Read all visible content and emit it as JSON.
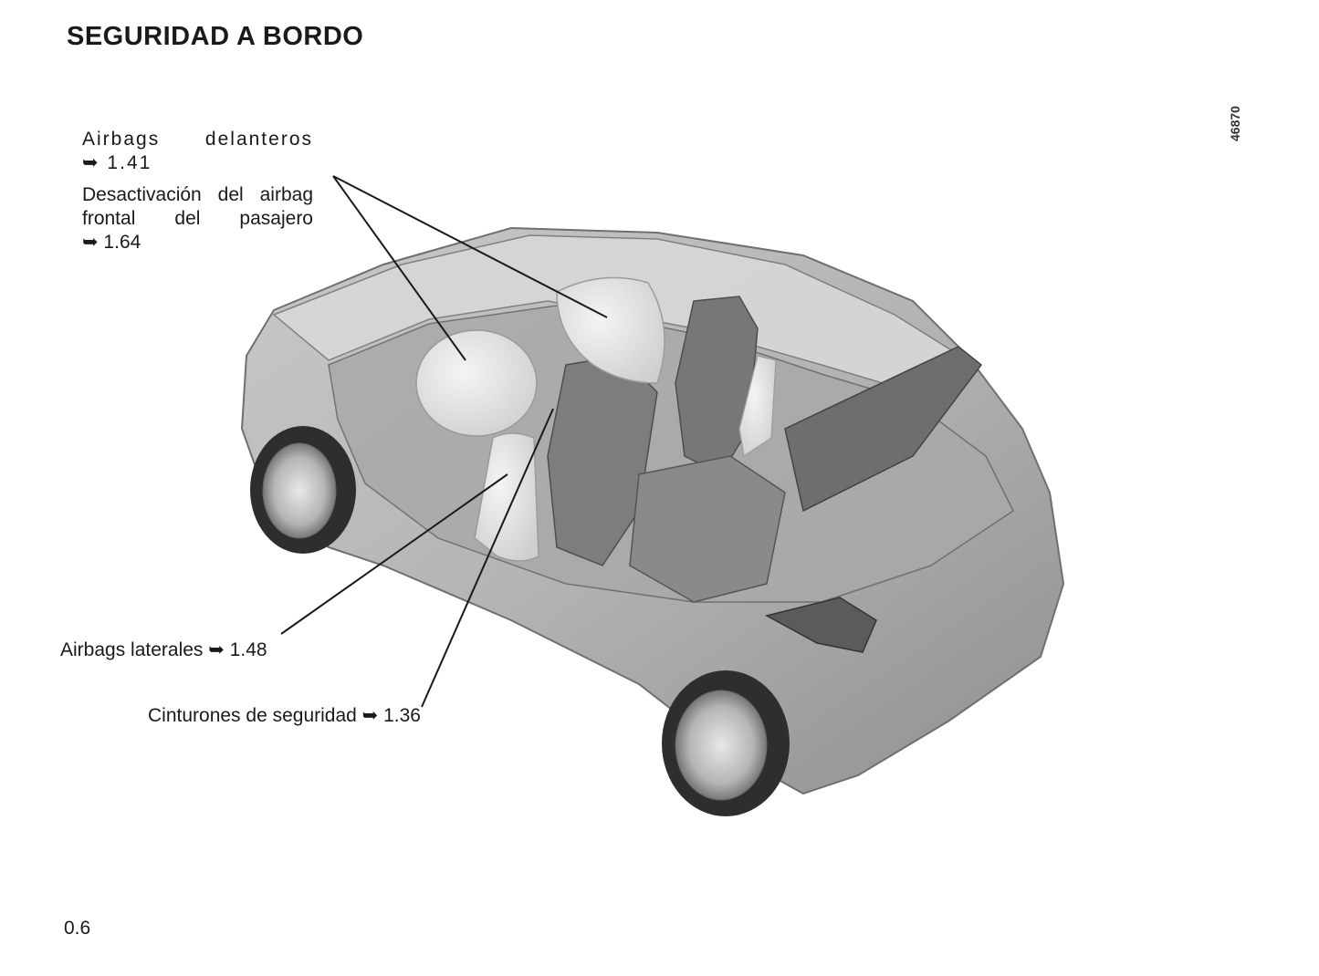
{
  "header": {
    "title": "SEGURIDAD A BORDO"
  },
  "figure": {
    "code": "46870"
  },
  "callouts": {
    "front_airbags": {
      "text": "Airbags delanteros",
      "ref": "➥ 1.41"
    },
    "passenger_airbag_deactivation": {
      "text": "Desactivación del airbag frontal del pasajero",
      "ref": "➥ 1.64"
    },
    "side_airbags": {
      "text": "Airbags laterales ➥ 1.48"
    },
    "seat_belts": {
      "text": "Cinturones de seguridad ➥ 1.36"
    }
  },
  "footer": {
    "page_number": "0.6"
  }
}
